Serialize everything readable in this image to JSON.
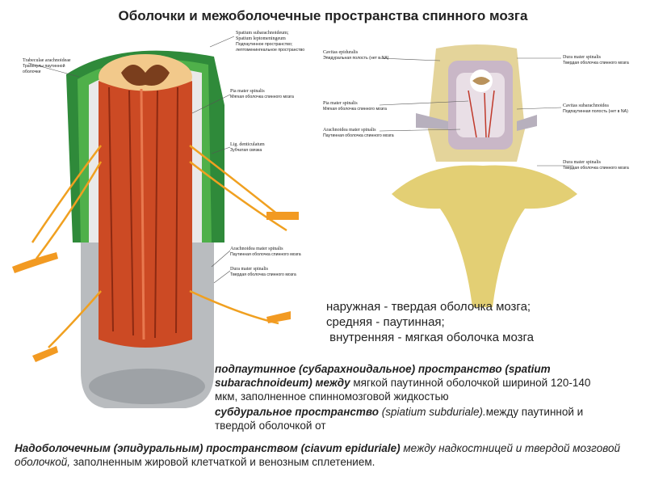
{
  "title": "Оболочки и межоболочечные пространства спинного мозга",
  "left_labels": {
    "subarach": {
      "lat1": "Spatium subarachnoideum;",
      "lat2": "Spatium leptomeningeum",
      "ru": "Подпаутинное пространство; лептоменингеальное пространство"
    },
    "trabeculae": {
      "lat": "Trabeculae arachnoideae",
      "ru": "Трабекулы паутинной оболочки"
    },
    "pia": {
      "lat": "Pia mater spinalis",
      "ru": "Мягкая оболочка спинного мозга"
    },
    "lig": {
      "lat": "Lig. denticulatum",
      "ru": "Зубчатая связка"
    },
    "arach": {
      "lat": "Arachnoidea mater spinalis",
      "ru": "Паутинная оболочка спинного мозга"
    },
    "dura": {
      "lat": "Dura mater spinalis",
      "ru": "Твердая оболочка спинного мозга"
    }
  },
  "right_labels": {
    "cavitas_epi": {
      "lat": "Cavitas epiduralis",
      "ru": "Эпидуральная полость (нет в NA)"
    },
    "dura1": {
      "lat": "Dura mater spinalis",
      "ru": "Твердая оболочка спинного мозга"
    },
    "pia": {
      "lat": "Pia mater spinalis",
      "ru": "Мягкая оболочка спинного мозга"
    },
    "cavitas_sub": {
      "lat": "Cavitas subarachnoidea",
      "ru": "Подпаутинная полость (нет в NA)"
    },
    "arach": {
      "lat": "Arachnoidea mater spinalis",
      "ru": "Паутинная оболочка спинного мозга"
    },
    "dura2": {
      "lat": "Dura mater spinalis",
      "ru": "Твердая оболочка спинного мозга"
    }
  },
  "text": {
    "line1": "наружная - твердая оболочка мозга;",
    "line2": "средняя - паутинная;",
    "line3": " внутренняя - мягкая оболочка мозга",
    "p1_bold": "подпаутинное (субарахноидальное) пространство (spatium subarachnoideum) между",
    "p1_rest": " мягкой паутинной оболочкой  шириной 120-140 мкм, заполненное спинномозговой жидкостью",
    "p2_bold": "субдуральное пространство",
    "p2_ital": " (spiatium subduriale).",
    "p2_rest": "между паутинной и твердой оболочкой от",
    "p3_bold": "Надоболочечным (эпидуральным) пространством (ciavum epiduriale)",
    "p3_ital": " между надкостницей и твердой мозговой оболочкой,",
    "p3_rest": " заполненным жировой клетчаткой и венозным сплетением."
  }
}
